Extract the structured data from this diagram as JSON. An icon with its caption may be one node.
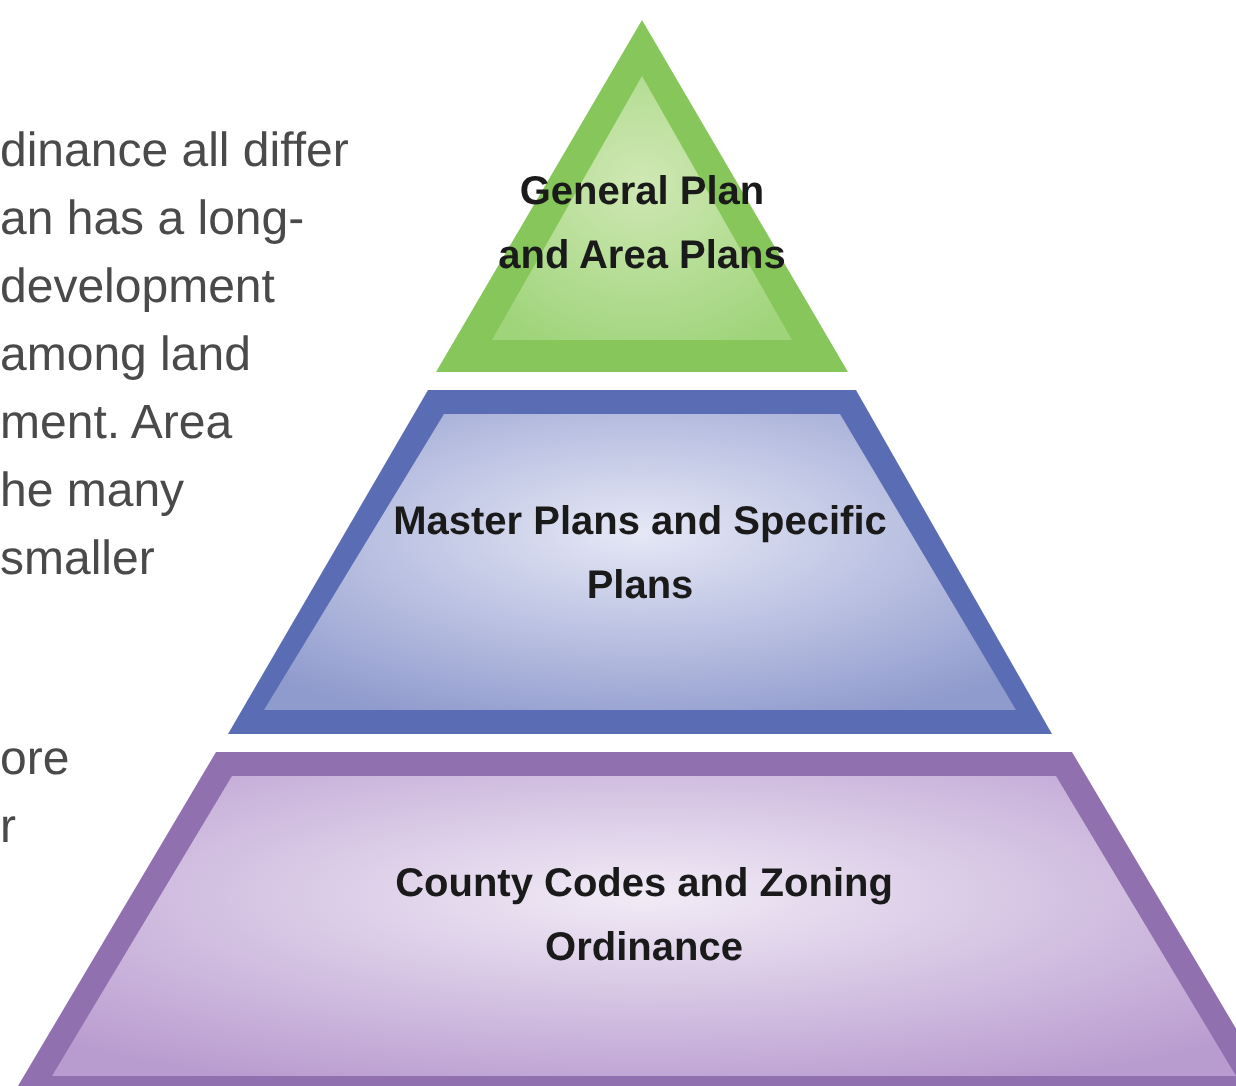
{
  "diagram": {
    "nodes": [
      {
        "text": [
          "General Plan and Area Plans"
        ]
      },
      {
        "text": [
          "Master Plans and Specific Plans"
        ]
      },
      {
        "text": [
          "County Codes and Zoning Ordinance"
        ]
      }
    ],
    "labels": [
      "dinance all differ",
      "an has a long-",
      "development",
      "among  land",
      "ment. Area",
      "he many",
      "smaller",
      "ore",
      "r"
    ]
  }
}
